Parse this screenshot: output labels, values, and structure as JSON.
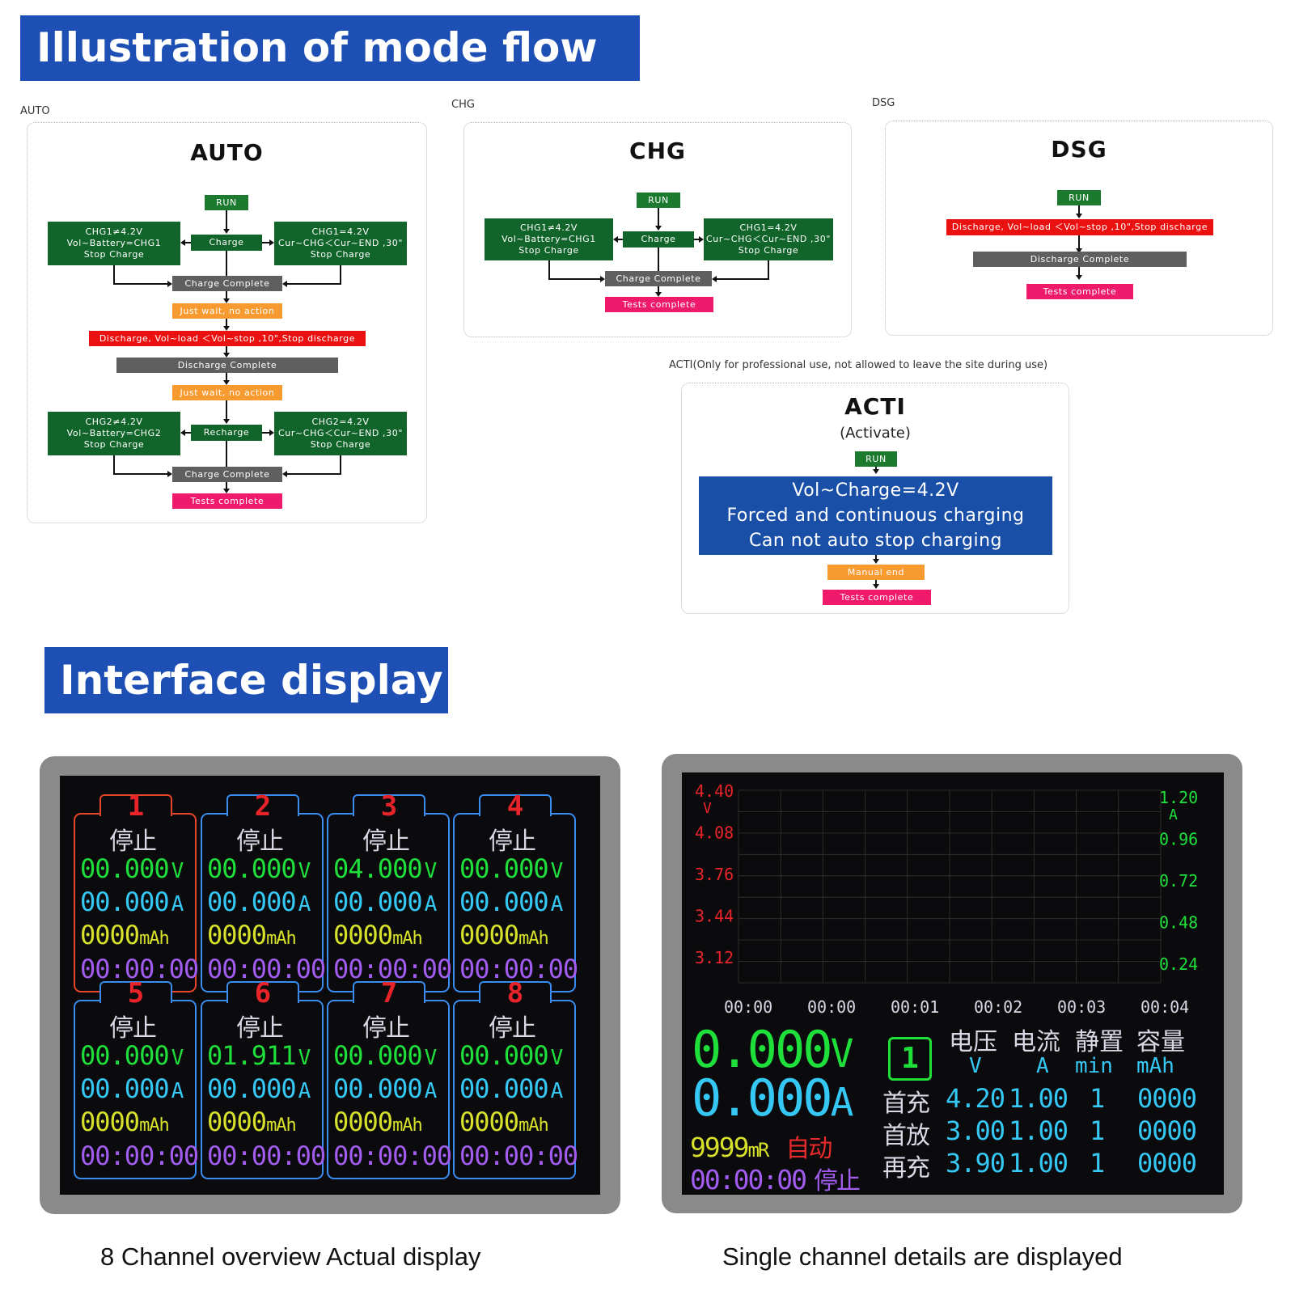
{
  "banners": {
    "mode_flow": "Illustration of mode flow",
    "interface": "Interface display"
  },
  "auto": {
    "section_label": "AUTO",
    "title": "AUTO",
    "run": "RUN",
    "left1": "CHG1≠4.2V\nVol~Battery=CHG1\nStop Charge",
    "charge": "Charge",
    "right1": "CHG1=4.2V\nCur~CHG＜Cur~END ,30\"\nStop Charge",
    "charge_complete": "Charge Complete",
    "wait1": "Just wait, no action",
    "discharge": "Discharge, Vol~load ＜Vol~stop ,10\",Stop discharge",
    "discharge_complete": "Discharge Complete",
    "wait2": "Just wait, no action",
    "left2": "CHG2≠4.2V\nVol~Battery=CHG2\nStop Charge",
    "recharge": "Recharge",
    "right2": "CHG2=4.2V\nCur~CHG＜Cur~END ,30\"\nStop Charge",
    "charge_complete2": "Charge Complete",
    "tests_complete": "Tests complete"
  },
  "chg": {
    "section_label": "CHG",
    "title": "CHG",
    "run": "RUN",
    "left": "CHG1≠4.2V\nVol~Battery=CHG1\nStop Charge",
    "charge": "Charge",
    "right": "CHG1=4.2V\nCur~CHG＜Cur~END ,30\"\nStop Charge",
    "charge_complete": "Charge Complete",
    "tests_complete": "Tests complete"
  },
  "dsg": {
    "section_label": "DSG",
    "title": "DSG",
    "run": "RUN",
    "discharge": "Discharge, Vol~load ＜Vol~stop ,10\",Stop discharge",
    "discharge_complete": "Discharge Complete",
    "tests_complete": "Tests complete"
  },
  "acti": {
    "section_label": "ACTI(Only for professional use, not allowed to leave the site during use)",
    "title": "ACTI",
    "subtitle": "(Activate)",
    "run": "RUN",
    "line1": "Vol~Charge=4.2V",
    "line2": "Forced and continuous charging",
    "line3": "Can not auto stop charging",
    "manual_end": "Manual end",
    "tests_complete": "Tests complete"
  },
  "overview": {
    "caption": "8 Channel overview Actual display",
    "channels": [
      {
        "num": "1",
        "status": "停止",
        "voltage": "00.000",
        "current": "00.000",
        "capacity": "0000",
        "time": "00:00:00"
      },
      {
        "num": "2",
        "status": "停止",
        "voltage": "00.000",
        "current": "00.000",
        "capacity": "0000",
        "time": "00:00:00"
      },
      {
        "num": "3",
        "status": "停止",
        "voltage": "04.000",
        "current": "00.000",
        "capacity": "0000",
        "time": "00:00:00"
      },
      {
        "num": "4",
        "status": "停止",
        "voltage": "00.000",
        "current": "00.000",
        "capacity": "0000",
        "time": "00:00:00"
      },
      {
        "num": "5",
        "status": "停止",
        "voltage": "00.000",
        "current": "00.000",
        "capacity": "0000",
        "time": "00:00:00"
      },
      {
        "num": "6",
        "status": "停止",
        "voltage": "01.911",
        "current": "00.000",
        "capacity": "0000",
        "time": "00:00:00"
      },
      {
        "num": "7",
        "status": "停止",
        "voltage": "00.000",
        "current": "00.000",
        "capacity": "0000",
        "time": "00:00:00"
      },
      {
        "num": "8",
        "status": "停止",
        "voltage": "00.000",
        "current": "00.000",
        "capacity": "0000",
        "time": "00:00:00"
      }
    ],
    "units": {
      "v": "V",
      "a": "A",
      "mah": "mAh"
    },
    "frame_colors": [
      "#e8452a",
      "#3a8cf0",
      "#3a8cf0",
      "#3a8cf0",
      "#3a8cf0",
      "#3a8cf0",
      "#3a8cf0",
      "#3a8cf0"
    ],
    "num_color": "#e8242a"
  },
  "detail": {
    "caption": "Single channel details are displayed",
    "left_axis": {
      "ticks": [
        "4.40",
        "4.08",
        "3.76",
        "3.44",
        "3.12"
      ],
      "unit": "V"
    },
    "right_axis": {
      "ticks": [
        "1.20",
        "0.96",
        "0.72",
        "0.48",
        "0.24"
      ],
      "unit": "A"
    },
    "x_ticks": [
      "00:00",
      "00:00",
      "00:01",
      "00:02",
      "00:03",
      "00:04"
    ],
    "voltage": "0.000",
    "voltage_unit": "V",
    "current": "0.000",
    "current_unit": "A",
    "resistance": "9999",
    "resistance_unit": "mR",
    "mode": "自动",
    "time": "00:00:00",
    "status": "停止",
    "channel": "1",
    "table": {
      "headers": [
        "电压",
        "电流",
        "静置",
        "容量"
      ],
      "units": [
        "V",
        "A",
        "min",
        "mAh"
      ],
      "rows": [
        {
          "label": "首充",
          "v": "4.20",
          "a": "1.00",
          "min": "1",
          "mah": "0000"
        },
        {
          "label": "首放",
          "v": "3.00",
          "a": "1.00",
          "min": "1",
          "mah": "0000"
        },
        {
          "label": "再充",
          "v": "3.90",
          "a": "1.00",
          "min": "1",
          "mah": "0000"
        }
      ]
    }
  }
}
